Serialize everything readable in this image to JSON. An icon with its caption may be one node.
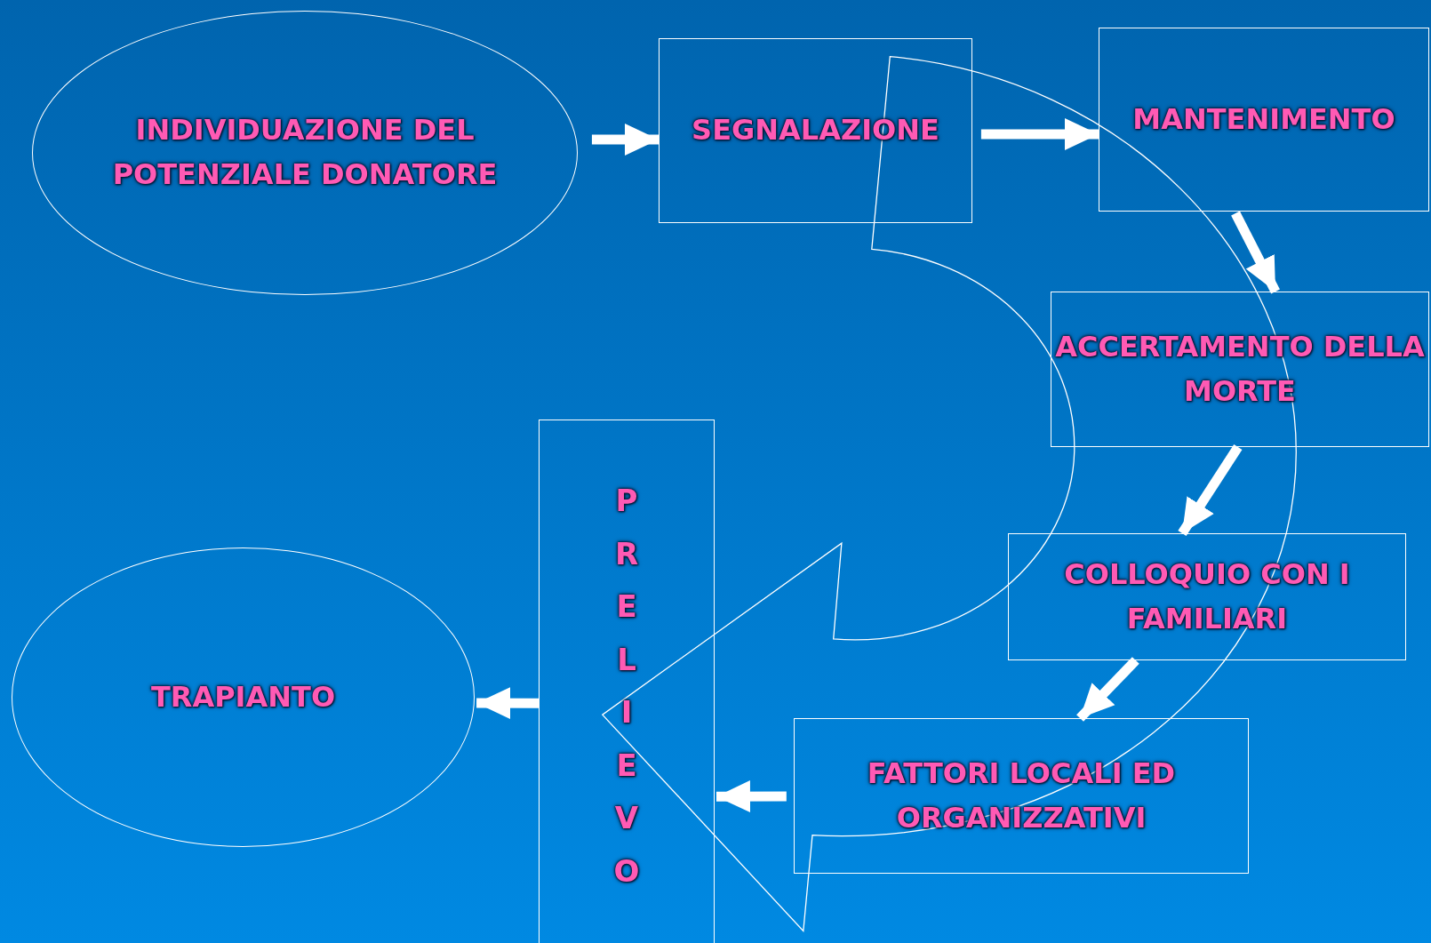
{
  "diagram": {
    "nodes": [
      {
        "text": [
          "INDIVIDUAZIONE DEL POTENZIALE DONATORE"
        ]
      },
      {
        "text": [
          "SEGNALAZIONE"
        ]
      },
      {
        "text": [
          "MANTENIMENTO"
        ]
      },
      {
        "text": [
          "ACCERTAMENTO DELLA MORTE"
        ]
      },
      {
        "text": [
          "COLLOQUIO CON I FAMILIARI"
        ]
      },
      {
        "text": [
          "FATTORI LOCALI ED ORGANIZZATIVI"
        ]
      },
      {
        "text": [
          "PRELIEVO"
        ]
      },
      {
        "text": [
          "TRAPIANTO"
        ]
      }
    ],
    "edges": [
      {
        "from": 0,
        "to": 1,
        "arrow": "to"
      },
      {
        "from": 1,
        "to": 2,
        "arrow": "to"
      },
      {
        "from": 2,
        "to": 3,
        "arrow": "to"
      },
      {
        "from": 3,
        "to": 4,
        "arrow": "to"
      },
      {
        "from": 4,
        "to": 5,
        "arrow": "to"
      },
      {
        "from": 5,
        "to": 6,
        "arrow": "to"
      },
      {
        "from": 6,
        "to": 7,
        "arrow": "to"
      }
    ]
  }
}
